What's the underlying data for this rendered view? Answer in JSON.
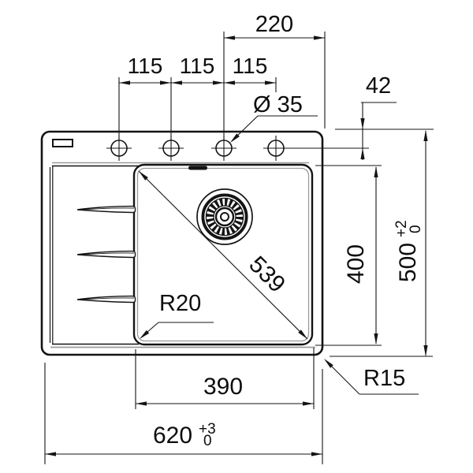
{
  "drawing": {
    "type": "sink-installation-dimension-drawing",
    "labels": {
      "hole_spacing": [
        "115",
        "115",
        "115"
      ],
      "hole3_to_right_edge": "220",
      "hole_diameter": "Ø 35",
      "top_edge_to_hole_center": "42",
      "bowl_diagonal": "539",
      "bowl_inner_depth": "400",
      "overall_depth": {
        "value": "500",
        "tol_plus": "+2",
        "tol_minus": "0"
      },
      "bowl_corner_radius": "R20",
      "outer_corner_radius": "R15",
      "bowl_width": "390",
      "overall_width": {
        "value": "620",
        "tol_plus": "+3",
        "tol_minus": "0"
      }
    },
    "colors": {
      "line": "#141414",
      "secondary_line": "#9a9a9a",
      "background": "#ffffff"
    }
  }
}
